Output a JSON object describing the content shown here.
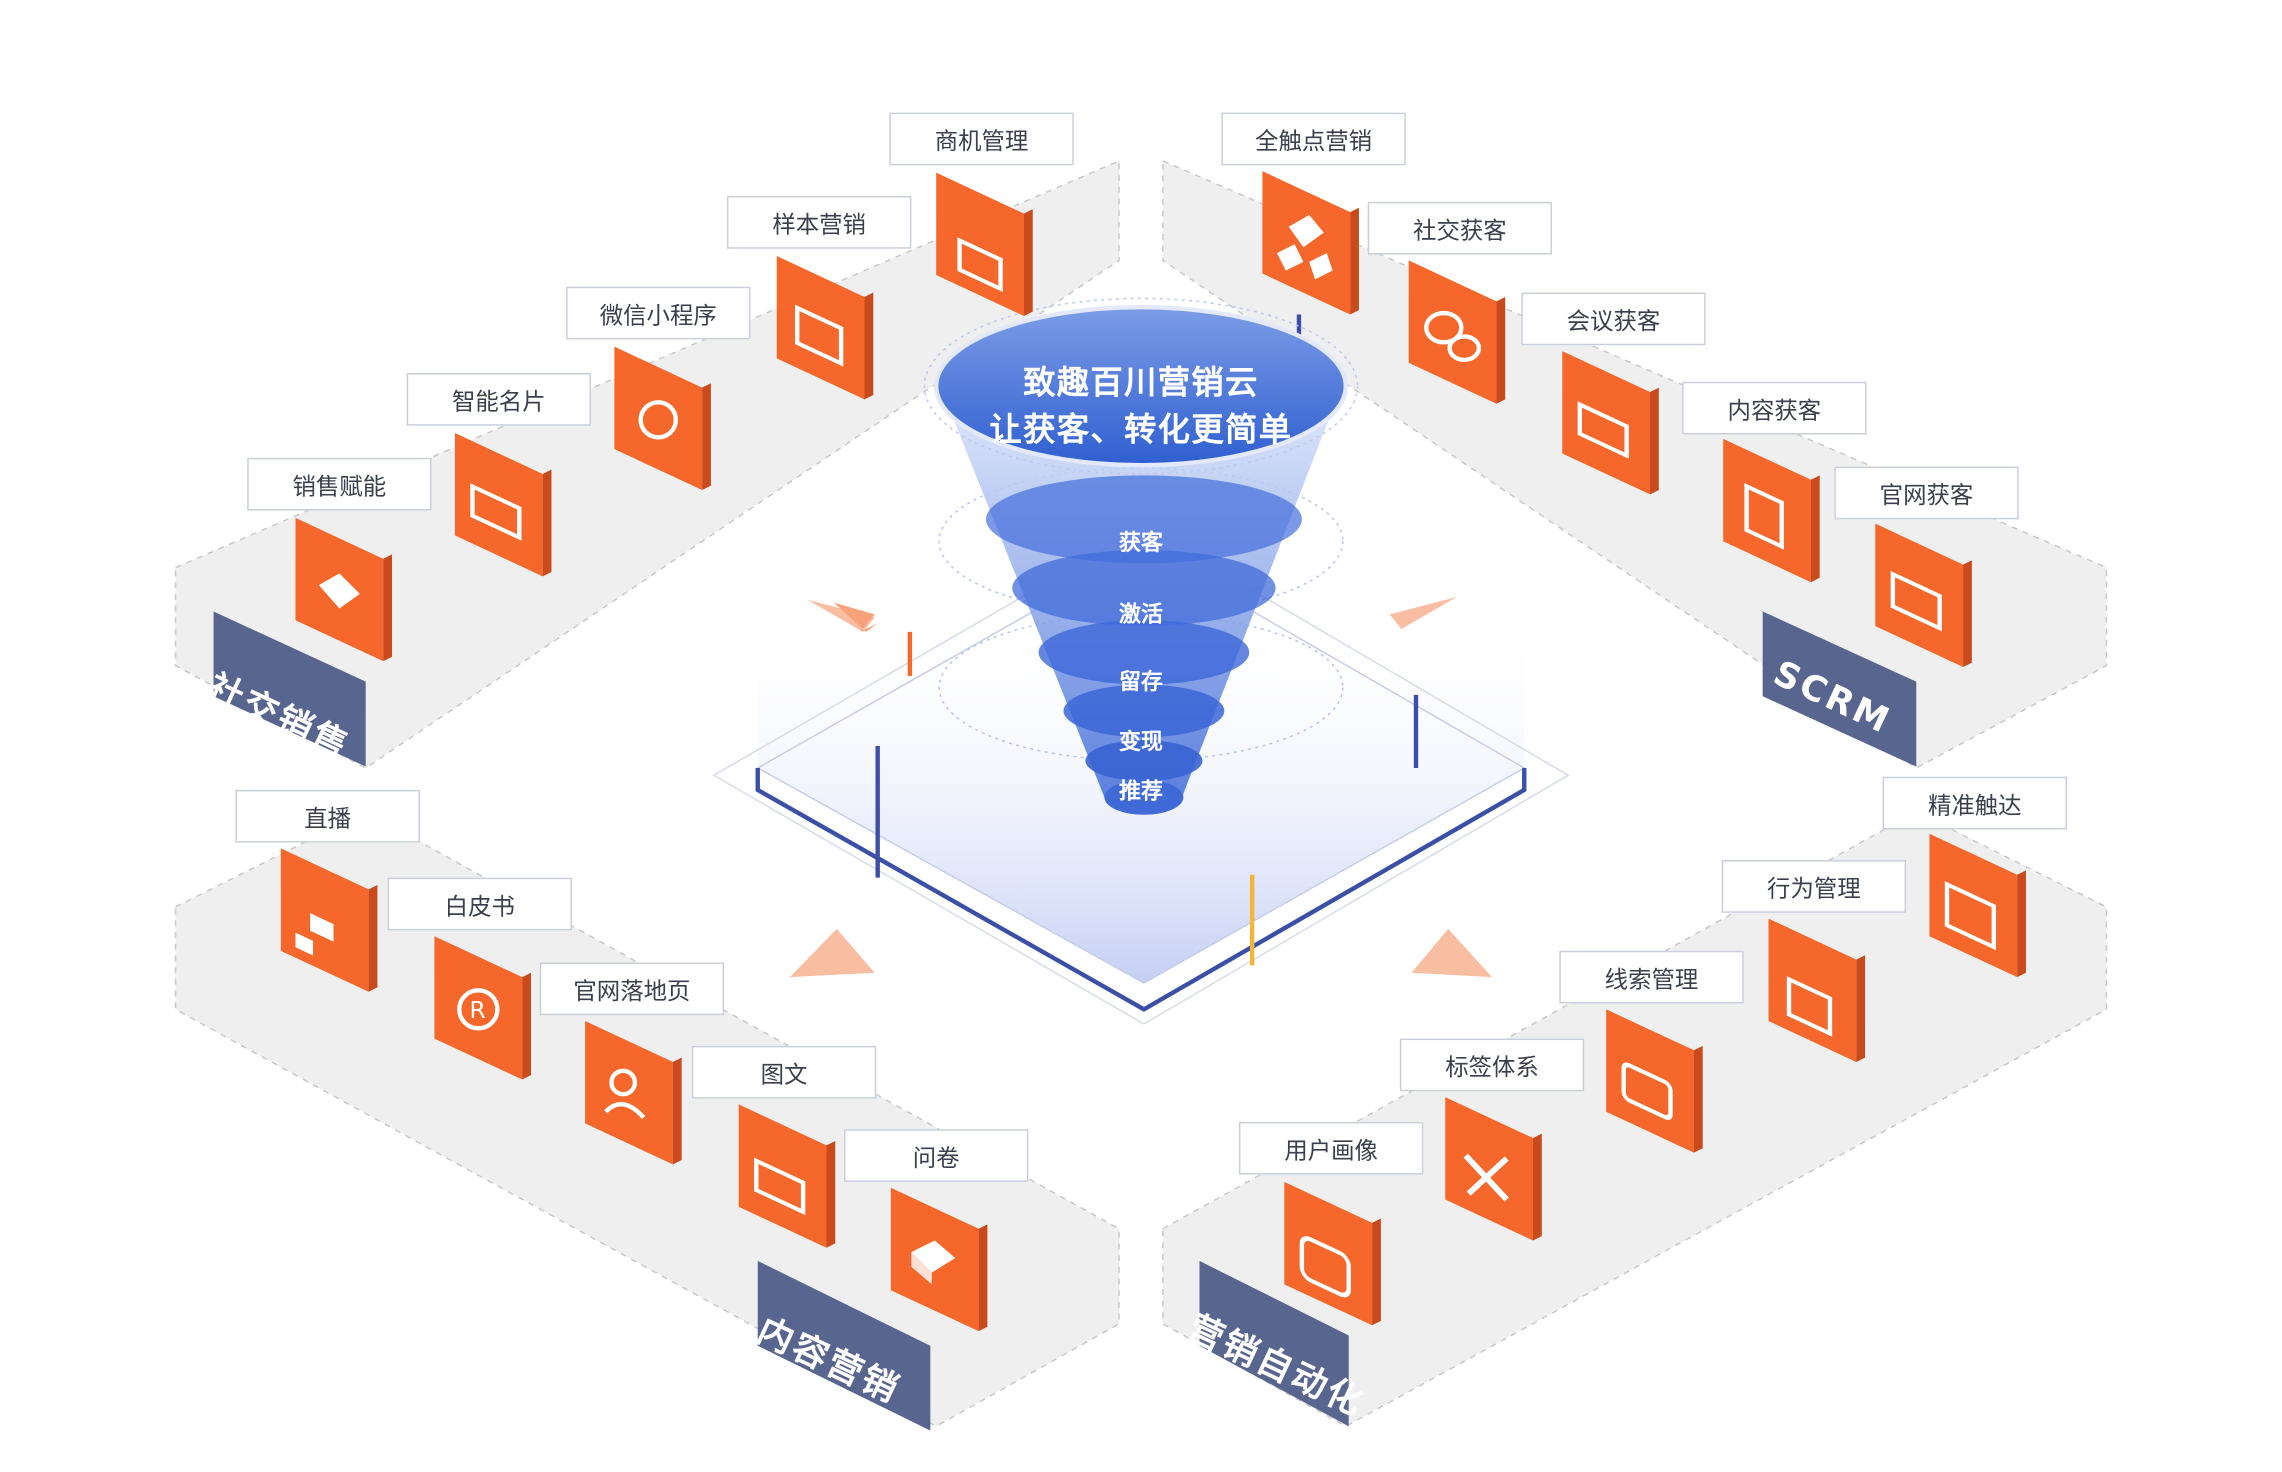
{
  "funnel": {
    "title_line1": "致趣百川营销云",
    "title_line2": "让获客、转化更简单",
    "stages": [
      "获客",
      "激活",
      "留存",
      "变现",
      "推荐"
    ]
  },
  "quadrants": {
    "social_sales": {
      "title": "社交销售",
      "items": [
        "商机管理",
        "样本营销",
        "微信小程序",
        "智能名片",
        "销售赋能"
      ]
    },
    "scrm": {
      "title": "SCRM",
      "items": [
        "全触点营销",
        "社交获客",
        "会议获客",
        "内容获客",
        "官网获客"
      ]
    },
    "content_marketing": {
      "title": "内容营销",
      "items": [
        "直播",
        "白皮书",
        "官网落地页",
        "图文",
        "问卷"
      ]
    },
    "marketing_automation": {
      "title": "营销自动化",
      "items": [
        "用户画像",
        "标签体系",
        "线索管理",
        "行为管理",
        "精准触达"
      ]
    }
  },
  "colors": {
    "accent_orange": "#f5672a",
    "accent_orange_light": "#ff9a4d",
    "title_bar": "#58658f",
    "funnel_blue": "#2f5fd0",
    "panel_gray": "#efefef"
  },
  "icons": [
    "briefcase-icon",
    "document-icon",
    "coin-icon",
    "id-card-icon",
    "tag-icon",
    "cubes-icon",
    "wechat-icon",
    "presentation-icon",
    "article-icon",
    "web-form-icon",
    "flowchart-icon",
    "registered-icon",
    "person-icon",
    "storefront-icon",
    "box-icon",
    "face-icon",
    "tools-icon",
    "robot-icon",
    "shopping-bag-icon",
    "image-frame-icon"
  ]
}
